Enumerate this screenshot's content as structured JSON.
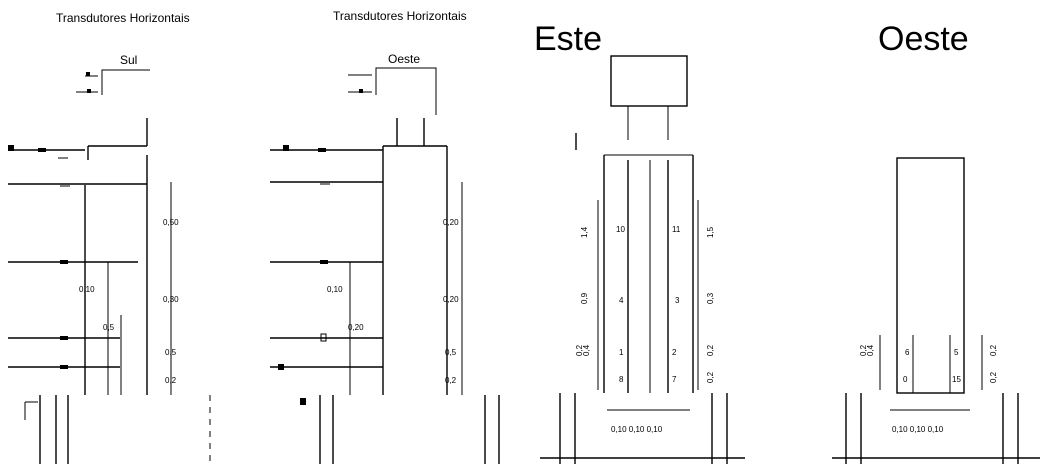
{
  "panel1": {
    "title": "Transdutores Horizontais",
    "side": "Sul",
    "dims": [
      "0,50",
      "0,30",
      "0,5",
      "0,2"
    ],
    "h_labels": [
      "0,10",
      "0,5"
    ]
  },
  "panel2": {
    "title": "Transdutores Horizontais",
    "side": "Oeste",
    "dims": [
      "0,20",
      "0,20",
      "0,5",
      "0,2"
    ],
    "h_labels": [
      "0,10",
      "0,20"
    ]
  },
  "panel3": {
    "title": "Este",
    "left_dims": [
      "1,4",
      "0,9",
      "0,2",
      "0,4"
    ],
    "right_dims": [
      "1,5",
      "0,3",
      "0,2",
      "0,2"
    ],
    "gauges_left": [
      "10",
      "4",
      "1",
      "8"
    ],
    "gauges_right": [
      "11",
      "3",
      "2",
      "7"
    ],
    "bottom_dims": "0,10  0,10  0,10"
  },
  "panel4": {
    "title": "Oeste",
    "left_dims": [
      "0,2",
      "0,4"
    ],
    "right_dims": [
      "0,2",
      "0,2"
    ],
    "gauges_left": [
      "6",
      "0"
    ],
    "gauges_right": [
      "5",
      "15"
    ],
    "bottom_dims": "0,10  0,10  0,10"
  }
}
